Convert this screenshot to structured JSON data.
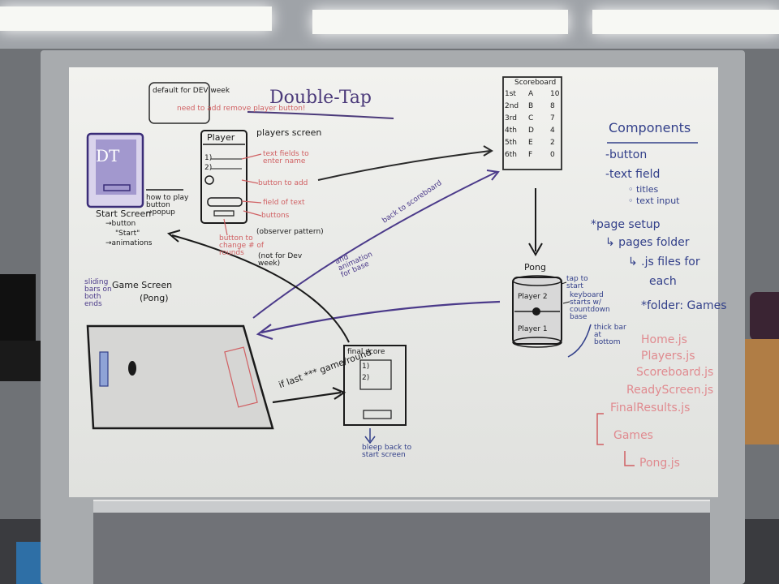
{
  "board": {
    "title": "Double-Tap",
    "start_screen": {
      "logo": "DT",
      "label": "Start Screen",
      "notes": [
        "→button",
        "\"Start\"",
        "→animations"
      ],
      "how_to_play": "how to play button →popup"
    },
    "default_note": "default for DEV week",
    "add_player_note": "need to add remove player button!",
    "players_screen": {
      "header": "Player",
      "title": "players screen",
      "rows": [
        "1)",
        "2)"
      ],
      "annotations": [
        "text fields to enter name",
        "button to add",
        "field of text",
        "buttons"
      ],
      "bottom_note": "button to change # of rounds",
      "observer": "(observer pattern)",
      "not_dev": "(not for Dev week)"
    },
    "scoreboard": {
      "title": "Scoreboard",
      "ranks": [
        "1st",
        "2nd",
        "3rd",
        "4th",
        "5th",
        "6th"
      ],
      "names": [
        "A",
        "B",
        "C",
        "D",
        "E",
        "F"
      ],
      "scores": [
        "10",
        "8",
        "7",
        "4",
        "2",
        "0"
      ]
    },
    "components": {
      "title": "Components",
      "items": [
        "-button",
        "-text field",
        "◦ titles",
        "◦ text input"
      ],
      "page_setup": "*page setup",
      "pages_folder": "↳ pages folder",
      "js_files": "↳ .js files for",
      "each": "each",
      "folder_games": "*folder: Games",
      "files": [
        "Home.js",
        "Players.js",
        "Scoreboard.js",
        "ReadyScreen.js",
        "FinalResults.js",
        "Games",
        "Pong.js"
      ]
    },
    "pong": {
      "title": "Pong",
      "player2": "Player 2",
      "player1": "Player 1",
      "tap_note": "tap to start",
      "keyboard_note": "keyboard starts w/ countdown base",
      "thick_bar": "thick bar at bottom"
    },
    "game_screen": {
      "label": "Game Screen",
      "sub": "(Pong)",
      "sliding": "sliding bars on both ends"
    },
    "final_score": {
      "title": "final score",
      "rows": [
        "1)",
        "2)"
      ],
      "beep": "bleep back to start screen"
    },
    "if_last": "if last *** game/round",
    "back_scoreboard": "back to scoreboard",
    "and_animation": "and animation for base"
  }
}
